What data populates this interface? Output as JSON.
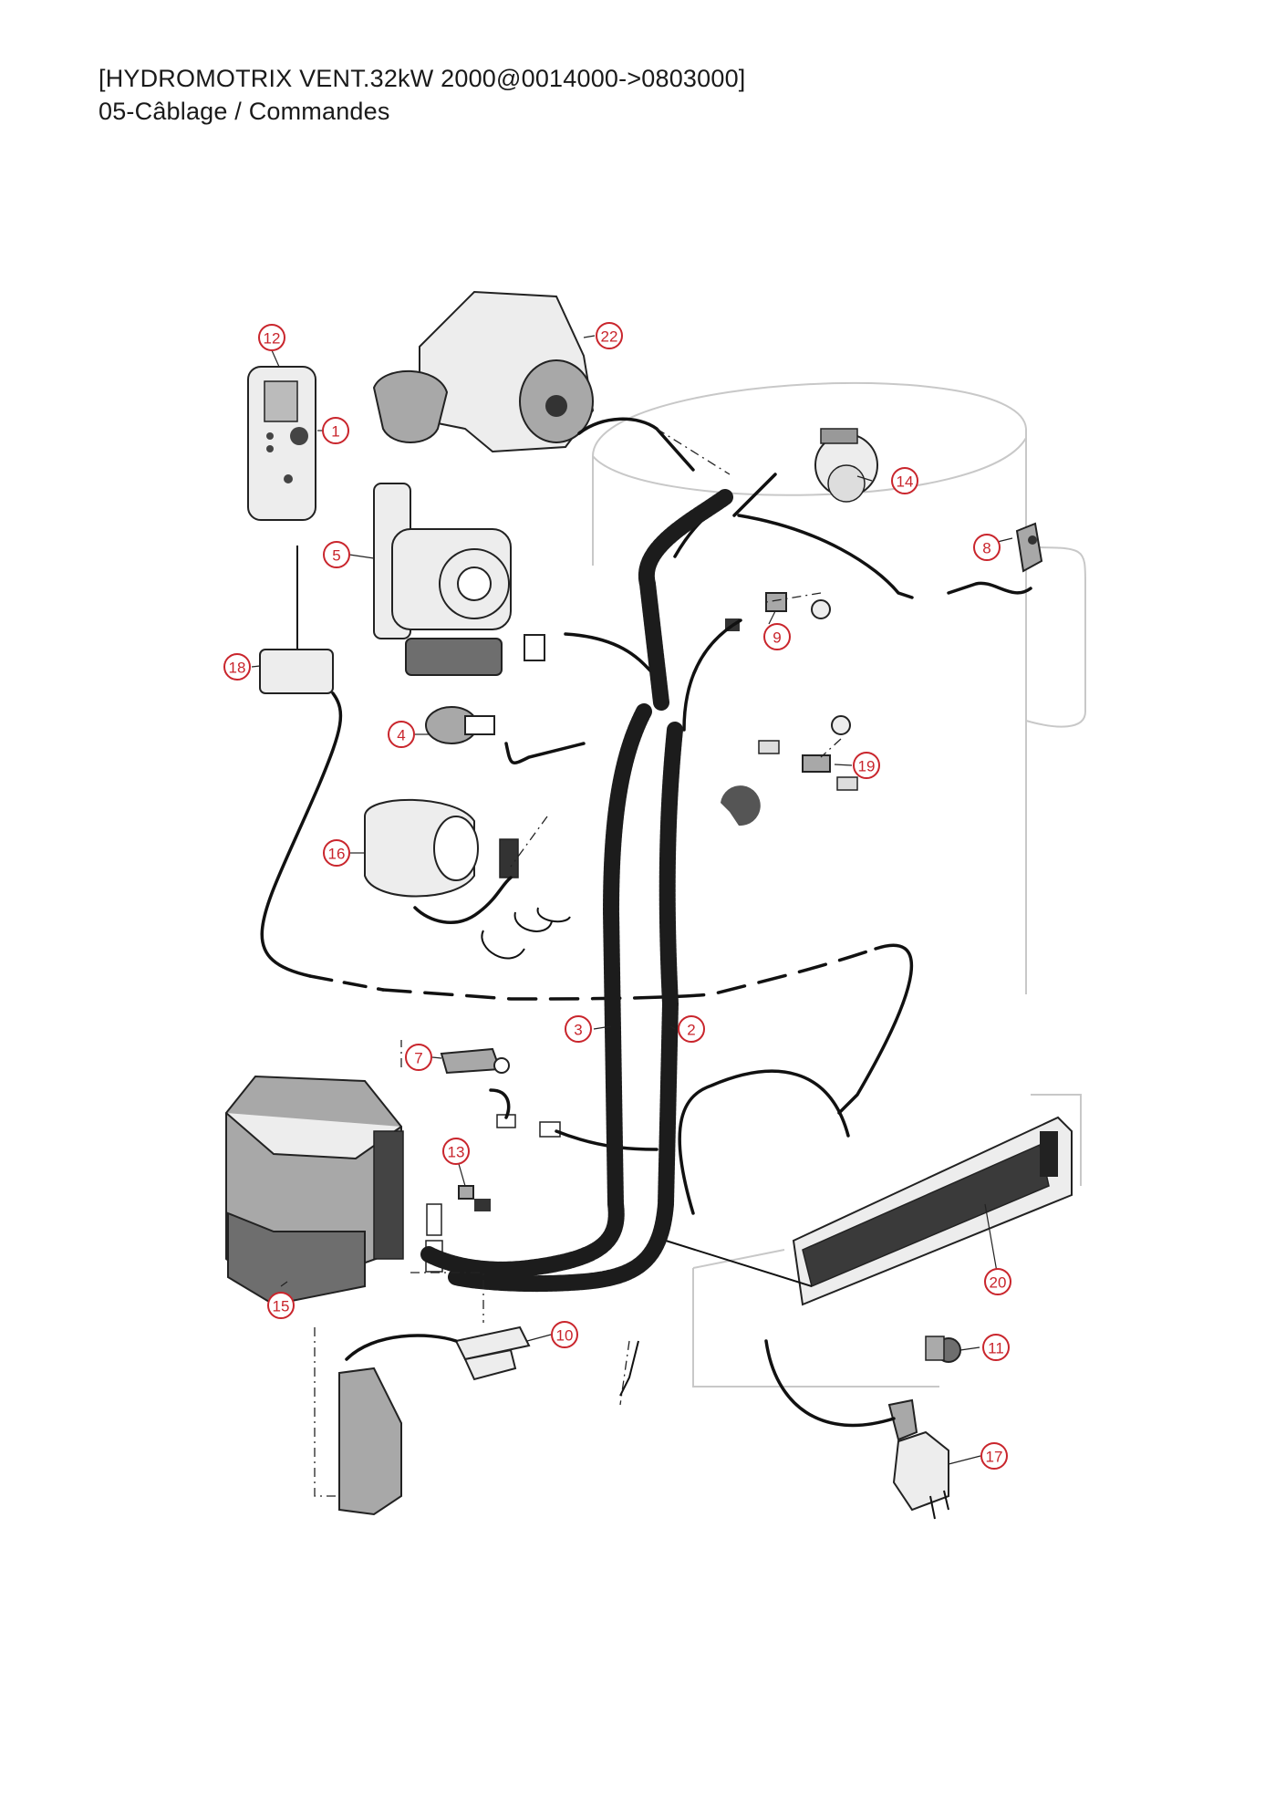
{
  "header": {
    "line1": "[HYDROMOTRIX VENT.32kW 2000@0014000->0803000]",
    "line2": "05-Câblage / Commandes"
  },
  "colors": {
    "callout": "#c9252c",
    "line": "#222222",
    "ghost_outline": "#c8c8c8",
    "part_dark": "#6e6e6e"
  },
  "callouts": {
    "c1": "1",
    "c2": "2",
    "c3": "3",
    "c4": "4",
    "c5": "5",
    "c7": "7",
    "c8": "8",
    "c9": "9",
    "c10": "10",
    "c11": "11",
    "c12": "12",
    "c13": "13",
    "c14": "14",
    "c15": "15",
    "c16": "16",
    "c17": "17",
    "c18": "18",
    "c19": "19",
    "c20": "20",
    "c22": "22"
  },
  "icons": {
    "room_thermostat": "room-thermostat-icon",
    "fan": "fan-blower-icon",
    "pump": "circulator-pump-icon",
    "pressure_switch": "pressure-switch-icon",
    "electronic_module": "electronic-module-icon",
    "plug": "mains-plug-icon"
  }
}
